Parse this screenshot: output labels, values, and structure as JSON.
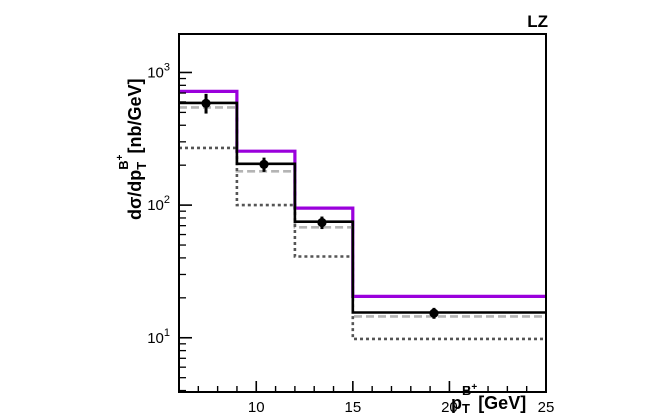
{
  "chart_data": {
    "type": "step",
    "annotation": "LZ",
    "x_label": {
      "main": "p",
      "sub": "T",
      "sup": "B",
      "supsup": "+",
      "unit": "[GeV]"
    },
    "y_label": {
      "prefix": "dσ/dp",
      "sub": "T",
      "sup": "B",
      "supsup": "+",
      "unit": "[nb/GeV]"
    },
    "x_range": [
      6,
      25
    ],
    "y_range": [
      3.9,
      1950
    ],
    "y_scale": "log",
    "x_ticks": [
      {
        "value": 10,
        "label": "10"
      },
      {
        "value": 15,
        "label": "15"
      },
      {
        "value": 20,
        "label": "20"
      },
      {
        "value": 25,
        "label": "25"
      }
    ],
    "y_ticks": [
      {
        "value": 10,
        "base": "10",
        "exp": "1"
      },
      {
        "value": 100,
        "base": "10",
        "exp": "2"
      },
      {
        "value": 1000,
        "base": "10",
        "exp": "3"
      }
    ],
    "bin_edges": [
      6,
      9,
      12,
      15,
      25
    ],
    "series": [
      {
        "style": "violet-solid",
        "color": "#9a00dc",
        "values": [
          720,
          255,
          95,
          20.5
        ]
      },
      {
        "style": "gray-dashed",
        "color": "#b4b4b4",
        "values": [
          545,
          180,
          68,
          14.5
        ]
      },
      {
        "style": "gray-dotted",
        "color": "#555555",
        "values": [
          270,
          100,
          41,
          9.8
        ]
      },
      {
        "style": "black-solid",
        "color": "#000000",
        "values": [
          590,
          205,
          75,
          15.5
        ]
      }
    ],
    "points": [
      {
        "x": 7.4,
        "y": 585,
        "ylow": 490,
        "yhigh": 690
      },
      {
        "x": 10.4,
        "y": 203,
        "ylow": 178,
        "yhigh": 228
      },
      {
        "x": 13.4,
        "y": 74,
        "ylow": 66,
        "yhigh": 82
      },
      {
        "x": 19.2,
        "y": 15.3,
        "ylow": 13.9,
        "yhigh": 16.8
      }
    ]
  }
}
